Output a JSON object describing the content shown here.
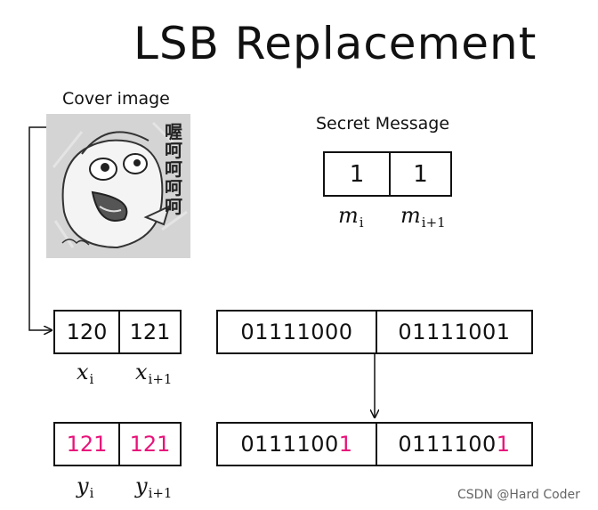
{
  "title": "LSB Replacement",
  "cover_label": "Cover image",
  "cover_image": {
    "icon": "cartoon-face-icon",
    "caption": "喔呵呵呵呵"
  },
  "secret_label": "Secret Message",
  "message_bits": [
    "1",
    "1"
  ],
  "message_vars": [
    {
      "letter": "m",
      "index": "i"
    },
    {
      "letter": "m",
      "index": "i+1"
    }
  ],
  "cover_pixels": [
    "120",
    "121"
  ],
  "cover_vars": [
    {
      "letter": "x",
      "index": "i"
    },
    {
      "letter": "x",
      "index": "i+1"
    }
  ],
  "cover_binary": [
    {
      "prefix": "01111000",
      "lsb": ""
    },
    {
      "prefix": "01111001",
      "lsb": ""
    }
  ],
  "stego_pixels": [
    "121",
    "121"
  ],
  "stego_vars": [
    {
      "letter": "y",
      "index": "i"
    },
    {
      "letter": "y",
      "index": "i+1"
    }
  ],
  "stego_binary": [
    {
      "prefix": "0111100",
      "lsb": "1"
    },
    {
      "prefix": "0111100",
      "lsb": "1"
    }
  ],
  "watermark": "CSDN @Hard Coder",
  "colors": {
    "highlight": "#e8137a",
    "line": "#111111"
  }
}
